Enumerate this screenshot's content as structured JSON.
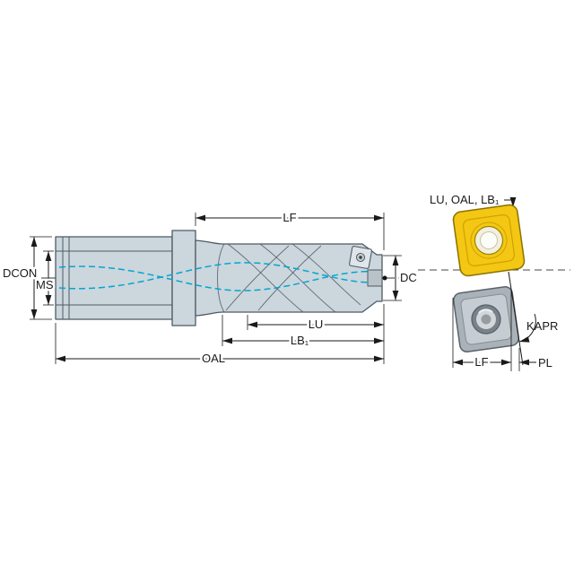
{
  "diagram": {
    "labels": {
      "lf_top": "LF",
      "dcon": "DCON",
      "ms": "MS",
      "dc": "DC",
      "lu": "LU",
      "lb1": "LB₁",
      "oal": "OAL",
      "insert_dims_note": "LU, OAL, LB₁",
      "kapr": "KAPR",
      "lf_insert": "LF",
      "pl": "PL"
    },
    "colors": {
      "background": "#ffffff",
      "body_fill": "#ccd6dd",
      "body_stroke": "#4e5a64",
      "coolant": "#00a7cf",
      "dim": "#1a1a1a",
      "insert_yellow": "#f3c713",
      "insert_yellow_stroke": "#8a7200",
      "insert_gray": "#a9b2b8",
      "insert_gray_stroke": "#59636b"
    }
  }
}
